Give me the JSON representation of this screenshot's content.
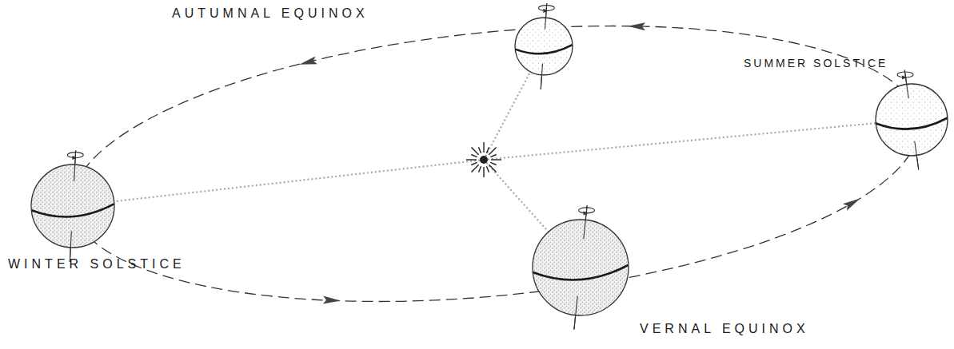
{
  "diagram": {
    "labels": [
      "AUTUMNAL EQUINOX",
      "SUMMER SOLSTICE",
      "WINTER SOLSTICE",
      "VERNAL EQUINOX"
    ]
  }
}
